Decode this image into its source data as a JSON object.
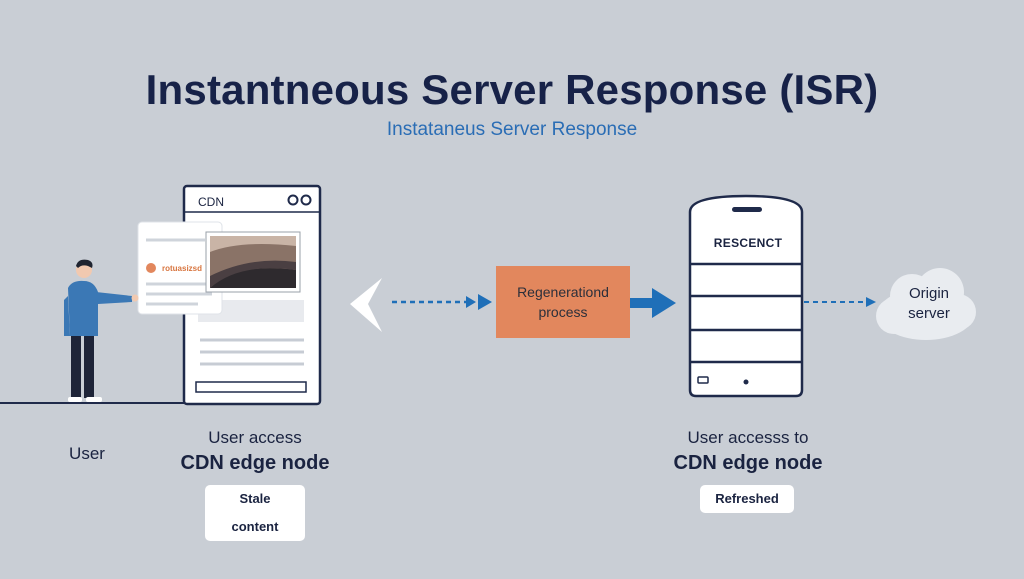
{
  "header": {
    "title": "Instantneous Server Response (ISR)",
    "subtitle": "Instataneus Server Response"
  },
  "cdn_window": {
    "label": "CDN",
    "card_text": "rotuasizsd"
  },
  "regeneration": {
    "line1": "Regenerationd",
    "line2": "process"
  },
  "server": {
    "label": "RESCENCT"
  },
  "origin": {
    "line1": "Origin",
    "line2": "server"
  },
  "captions": {
    "user": "User",
    "left_line1": "User access",
    "left_line2": "CDN edge node",
    "left_tag": "Stale content",
    "right_line1": "User accesss to",
    "right_line2": "CDN edge node",
    "right_tag": "Refreshed"
  },
  "colors": {
    "background": "#c9ced5",
    "title": "#172248",
    "subtitle": "#2a6db5",
    "accent_blue": "#1f6fb8",
    "regeneration_box": "#e2875d",
    "person_shirt": "#3b78b5"
  }
}
